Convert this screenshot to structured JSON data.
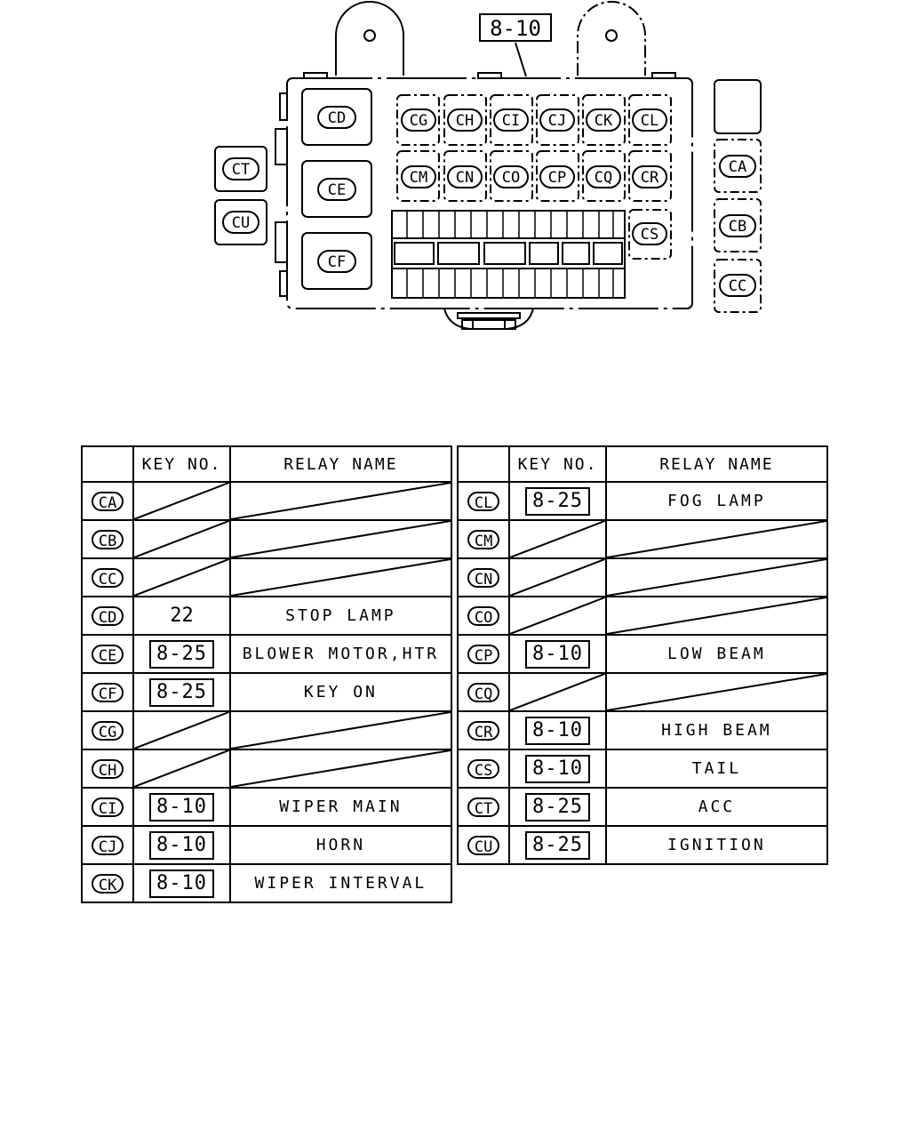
{
  "diagram": {
    "callout": "8-10",
    "outside_left": [
      "CT",
      "CU"
    ],
    "outside_right": [
      "CA",
      "CB",
      "CC"
    ],
    "inner_left": [
      "CD",
      "CE",
      "CF"
    ],
    "grid_row1": [
      "CG",
      "CH",
      "CI",
      "CJ",
      "CK",
      "CL"
    ],
    "grid_row2": [
      "CM",
      "CN",
      "CO",
      "CP",
      "CQ",
      "CR"
    ],
    "grid_extra": "CS"
  },
  "table": {
    "headers": {
      "col1": "",
      "col2": "KEY NO.",
      "col3": "RELAY NAME"
    },
    "left_rows": [
      {
        "code": "CA",
        "key": "",
        "name": "",
        "boxed": false,
        "blank": true
      },
      {
        "code": "CB",
        "key": "",
        "name": "",
        "boxed": false,
        "blank": true
      },
      {
        "code": "CC",
        "key": "",
        "name": "",
        "boxed": false,
        "blank": true
      },
      {
        "code": "CD",
        "key": "22",
        "name": "STOP LAMP",
        "boxed": false,
        "blank": false
      },
      {
        "code": "CE",
        "key": "8-25",
        "name": "BLOWER MOTOR,HTR",
        "boxed": true,
        "blank": false
      },
      {
        "code": "CF",
        "key": "8-25",
        "name": "KEY ON",
        "boxed": true,
        "blank": false
      },
      {
        "code": "CG",
        "key": "",
        "name": "",
        "boxed": false,
        "blank": true
      },
      {
        "code": "CH",
        "key": "",
        "name": "",
        "boxed": false,
        "blank": true
      },
      {
        "code": "CI",
        "key": "8-10",
        "name": "WIPER MAIN",
        "boxed": true,
        "blank": false
      },
      {
        "code": "CJ",
        "key": "8-10",
        "name": "HORN",
        "boxed": true,
        "blank": false
      },
      {
        "code": "CK",
        "key": "8-10",
        "name": "WIPER INTERVAL",
        "boxed": true,
        "blank": false
      }
    ],
    "right_rows": [
      {
        "code": "CL",
        "key": "8-25",
        "name": "FOG LAMP",
        "boxed": true,
        "blank": false
      },
      {
        "code": "CM",
        "key": "",
        "name": "",
        "boxed": false,
        "blank": true
      },
      {
        "code": "CN",
        "key": "",
        "name": "",
        "boxed": false,
        "blank": true
      },
      {
        "code": "CO",
        "key": "",
        "name": "",
        "boxed": false,
        "blank": true
      },
      {
        "code": "CP",
        "key": "8-10",
        "name": "LOW BEAM",
        "boxed": true,
        "blank": false
      },
      {
        "code": "CQ",
        "key": "",
        "name": "",
        "boxed": false,
        "blank": true
      },
      {
        "code": "CR",
        "key": "8-10",
        "name": "HIGH BEAM",
        "boxed": true,
        "blank": false
      },
      {
        "code": "CS",
        "key": "8-10",
        "name": "TAIL",
        "boxed": true,
        "blank": false
      },
      {
        "code": "CT",
        "key": "8-25",
        "name": "ACC",
        "boxed": true,
        "blank": false
      },
      {
        "code": "CU",
        "key": "8-25",
        "name": "IGNITION",
        "boxed": true,
        "blank": false
      }
    ]
  }
}
